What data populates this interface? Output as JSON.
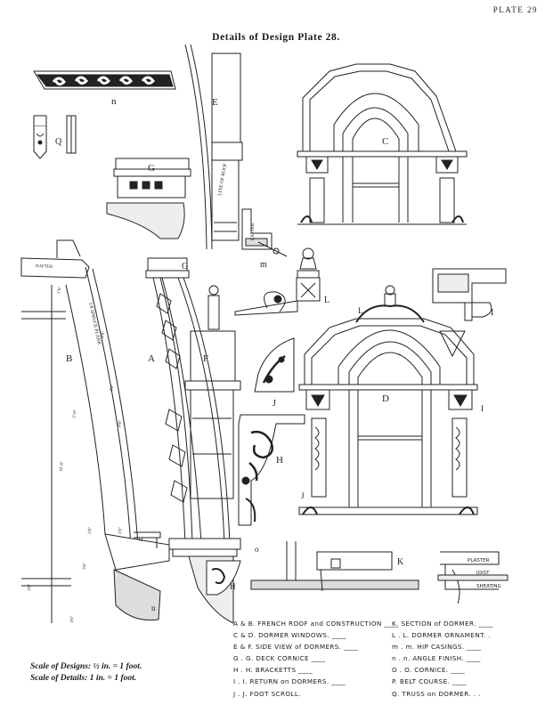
{
  "plate_number": "PLATE 29",
  "title": "Details of Design Plate 28.",
  "figure_letters": {
    "n_top": "n",
    "E": "E",
    "C": "C",
    "Q": "Q",
    "G": "G",
    "m": "m",
    "L": "L",
    "I": "I",
    "B": "B",
    "A": "A",
    "F": "F",
    "D": "D",
    "J": "J",
    "H": "H",
    "o": "o",
    "K": "K",
    "n_bottom": "n"
  },
  "annotations": {
    "line_of_roof": "LINE OF ROOF",
    "rafter_m": "RAFTER",
    "rafter_side": "RAFTER",
    "spruce_plank": "1/8 SPRUCE PLANK",
    "plaster": "PLASTER",
    "joist": "JOIST",
    "sheating": "SHEATING"
  },
  "dimensions": [
    "1'6\"",
    "4'0\"",
    "4'0\"",
    "4'0\"",
    "2'-0\"",
    "10'-6\"",
    "2'6\"",
    "2'6\"",
    "3'6\"",
    "3'6\"",
    "3'6\""
  ],
  "scale": {
    "designs": "Scale of Designs: ½ in. = 1 foot.",
    "details": "Scale of Details: 1 in. = 1 foot."
  },
  "legend": {
    "left": [
      "A & B. FRENCH ROOF and CONSTRUCTION ____",
      "C & D. DORMER WINDOWS. ____",
      "E & F. SIDE VIEW of DORMERS. ____",
      "G . G. DECK CORNICE ____",
      "H . H. BRACKETTS ____",
      "I . I. RETURN on DORMERS. ____",
      "J . J. FOOT SCROLL."
    ],
    "right": [
      "K. SECTION of DORMER. ____",
      "L . L. DORMER ORNAMENT. .",
      "m . m. HIP CASINGS. ____",
      "n . n. ANGLE FINISH. ____",
      "O . O. CORNICE. ____",
      "P. BELT COURSE. ____",
      "Q. TRUSS on DORMER. . ."
    ]
  }
}
